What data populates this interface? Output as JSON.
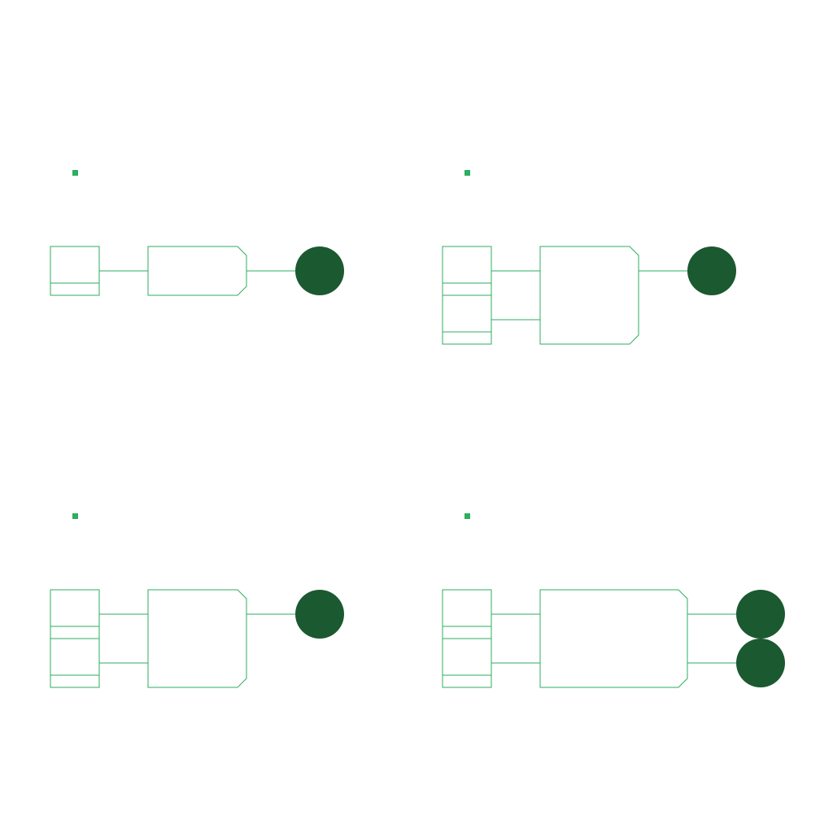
{
  "theme": {
    "edge_color": "#2eae5f",
    "terminal_color": "#1b5930",
    "marker_color": "#2eae5f",
    "background": "#ffffff"
  },
  "panels": [
    {
      "id": "panel-1",
      "input_cells": 1,
      "output_terminals": 1
    },
    {
      "id": "panel-2",
      "input_cells": 2,
      "output_terminals": 1
    },
    {
      "id": "panel-3",
      "input_cells": 2,
      "output_terminals": 1
    },
    {
      "id": "panel-4",
      "input_cells": 2,
      "output_terminals": 2
    }
  ]
}
